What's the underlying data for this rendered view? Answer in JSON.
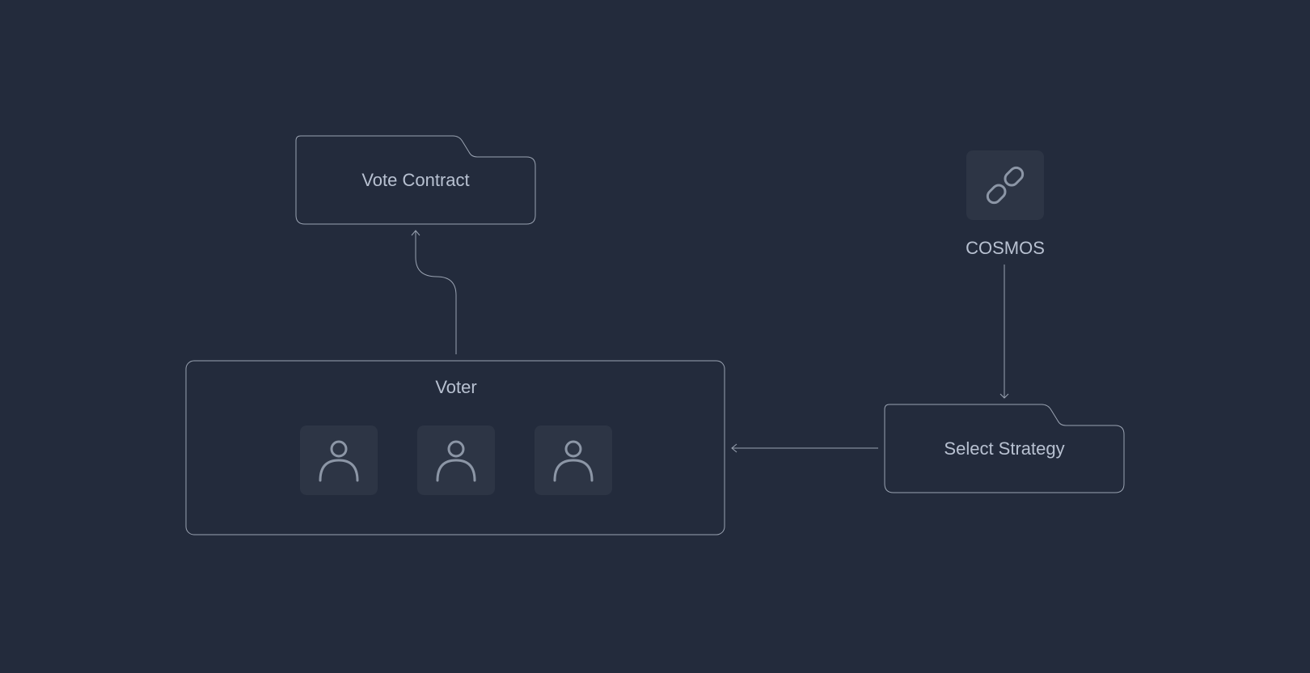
{
  "theme": {
    "background": "#232b3c",
    "stroke": "#9aa3b2",
    "text": "#b8c1d1",
    "tile": "#2d3545",
    "icon": "#8c96a6"
  },
  "nodes": {
    "vote_contract": {
      "label": "Vote Contract",
      "shape": "folder"
    },
    "voter": {
      "label": "Voter",
      "members": [
        {
          "icon": "user-icon"
        },
        {
          "icon": "user-icon"
        },
        {
          "icon": "user-icon"
        }
      ]
    },
    "cosmos": {
      "label": "COSMOS",
      "icon": "link-icon"
    },
    "select_strategy": {
      "label": "Select Strategy",
      "shape": "folder"
    }
  },
  "edges": [
    {
      "from": "voter",
      "to": "vote_contract"
    },
    {
      "from": "cosmos",
      "to": "select_strategy"
    },
    {
      "from": "select_strategy",
      "to": "voter"
    }
  ]
}
